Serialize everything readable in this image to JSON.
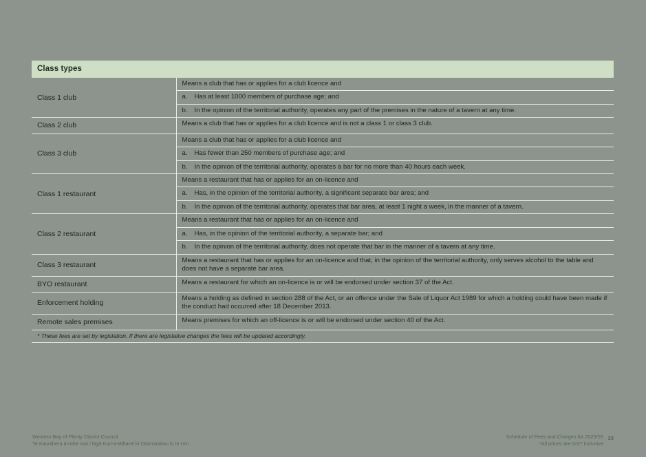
{
  "table": {
    "header": "Class types",
    "rows": [
      {
        "label": "Class 1 club",
        "lead": "Means a club that has or applies for a club licence and",
        "items": [
          {
            "marker": "a.",
            "text": "Has at least 1000 members of purchase age; and"
          },
          {
            "marker": "b.",
            "text": "In the opinion of the territorial authority, operates any part of the premises in the nature of a tavern at any time."
          }
        ]
      },
      {
        "label": "Class 2 club",
        "plain": "Means a club that has or applies for a club licence and is not a class 1 or class 3 club."
      },
      {
        "label": "Class 3 club",
        "lead": "Means a club that has or applies for a club licence and",
        "items": [
          {
            "marker": "a.",
            "text": "Has fewer than 250 members of purchase age; and"
          },
          {
            "marker": "b.",
            "text": "In the opinion of the territorial authority, operates a bar for no more than 40 hours each week."
          }
        ]
      },
      {
        "label": "Class 1 restaurant",
        "lead": "Means a restaurant that has or applies for an on-licence and",
        "items": [
          {
            "marker": "a.",
            "text": "Has, in the opinion of the territorial authority, a significant separate bar area; and"
          },
          {
            "marker": "b.",
            "text": "In the opinion of the territorial authority, operates that bar area, at least 1 night a week, in the manner of a tavern."
          }
        ]
      },
      {
        "label": "Class 2 restaurant",
        "lead": "Means a restaurant that has or applies for an on-licence and",
        "items": [
          {
            "marker": "a.",
            "text": "Has, in the opinion of the territorial authority, a separate bar; and"
          },
          {
            "marker": "b.",
            "text": "In the opinion of the territorial authority, does not operate that bar in the manner of a tavern at any time."
          }
        ]
      },
      {
        "label": "Class 3 restaurant",
        "plain": "Means a restaurant that has or applies for an on-licence and that, in the opinion of the territorial authority, only serves alcohol to the table and does not have a separate bar area."
      },
      {
        "label": "BYO restaurant",
        "plain": "Means a restaurant for which an on-licence is or will be endorsed under section 37 of the Act."
      },
      {
        "label": "Enforcement holding",
        "plain": "Means a holding as defined in section 288 of the Act, or an offence under the Sale of Liquor Act 1989 for which a holding could have been made if the conduct had occurred after 18 December 2013."
      },
      {
        "label": "Remote sales premises",
        "plain": "Means premises for which an off-licence is or will be endorsed under section 40 of the Act."
      }
    ],
    "footnote": "* These fees are set by legislation. If there are legislative changes the fees will be updated accordingly."
  },
  "footer": {
    "left_line1": "Western Bay of Plenty District Council",
    "left_line2": "Te Kaunihera ā-rohe mai i Ngā Kuri-a-Wharei ki Otamarakau ki te Uru",
    "right_line1": "Schedule of Fees and Charges for 2025/26",
    "right_line2": "*All prices are GST inclusive",
    "page_number": "33"
  },
  "colors": {
    "page_background": "#8d938d",
    "header_background": "#cfdfc6",
    "rule": "#e9ece9",
    "footer_text": "#4f6a58"
  }
}
